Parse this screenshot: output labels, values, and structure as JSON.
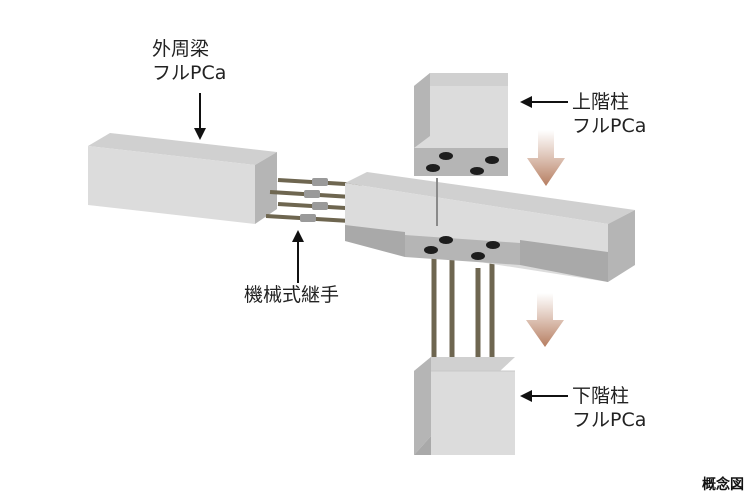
{
  "labels": {
    "perimeter_beam": {
      "line1": "外周梁",
      "line2": "フルPCa"
    },
    "upper_column": {
      "line1": "上階柱",
      "line2": "フルPCa"
    },
    "lower_column": {
      "line1": "下階柱",
      "line2": "フルPCa"
    },
    "mechanical_joint": "機械式継手"
  },
  "caption": "概念図",
  "colors": {
    "concrete_front": "#dcdcdc",
    "concrete_top": "#d0d0d0",
    "concrete_side": "#b5b5b5",
    "concrete_dark": "#a9a9a9",
    "rebar": "#6e6650",
    "sleeve": "#9a9a9a",
    "hole": "#1d1d1d",
    "arrow_fill": "#b67d60",
    "pointer": "#111111"
  }
}
